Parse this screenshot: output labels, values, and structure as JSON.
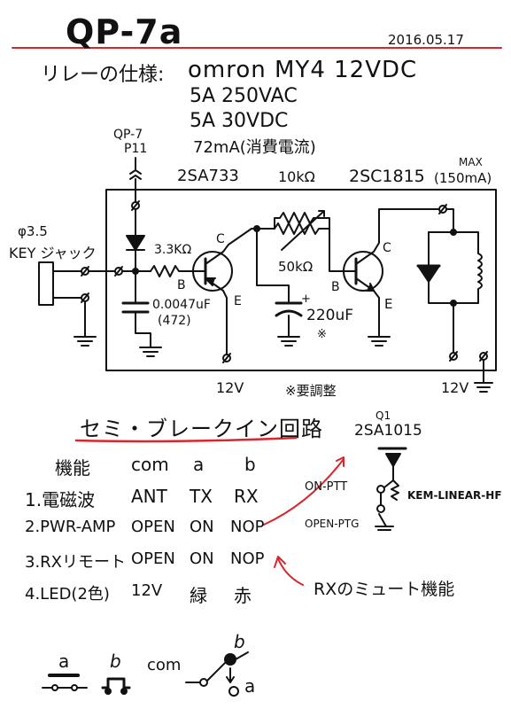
{
  "header": {
    "title": "QP-7a",
    "date": "2016.05.17"
  },
  "relay_spec": {
    "label": "リレーの仕様:",
    "model": "omron MY4 12VDC",
    "rating_ac": "5A 250VAC",
    "rating_dc": "5A 30VDC",
    "current": "72mA(消費電流)"
  },
  "schematic": {
    "qp7_label": "QP-7",
    "p11_label": "P11",
    "jack_size": "φ3.5",
    "jack_label": "KEY ジャック",
    "r_base": "3.3KΩ",
    "c_base": "0.0047uF",
    "c_base_code": "(472)",
    "q1_name": "2SA733",
    "r_top": "10kΩ",
    "q2_name": "2SC1815",
    "q2_max": "MAX",
    "q2_current": "(150mA)",
    "vr": "50kΩ",
    "cap_electrolytic": "220uF",
    "cap_plus": "+",
    "cap_note": "※",
    "pin_c1": "C",
    "pin_b1": "B",
    "pin_e1": "E",
    "pin_c2": "C",
    "pin_b2": "B",
    "pin_e2": "E",
    "v12_left": "12V",
    "adjust_note": "※要調整",
    "v12_right": "12V"
  },
  "semi_break_in": {
    "title": "セミ・ブレークイン回路",
    "headers": [
      "機能",
      "com",
      "a",
      "b"
    ],
    "rows": [
      {
        "fn": "1.電磁波",
        "com": "ANT",
        "a": "TX",
        "b": "RX"
      },
      {
        "fn": "2.PWR-AMP",
        "com": "OPEN",
        "a": "ON",
        "b": "NOP"
      },
      {
        "fn": "3.RXリモート",
        "com": "OPEN",
        "a": "ON",
        "b": "NOP"
      },
      {
        "fn": "4.LED(2色)",
        "com": "12V",
        "a": "緑",
        "b": "赤"
      }
    ]
  },
  "mute_circuit": {
    "q_label": "Q1",
    "q_name": "2SA1015",
    "on_ptt": "ON-PTT",
    "open_ptg": "OPEN-PTG",
    "amp": "KEM-LINEAR-HF",
    "note": "RXのミュート機能"
  },
  "legend": {
    "a": "a",
    "b": "b",
    "com": "com",
    "sw_b": "b",
    "sw_a": "a"
  },
  "colors": {
    "ink": "#111111",
    "accent": "#d9262c"
  }
}
